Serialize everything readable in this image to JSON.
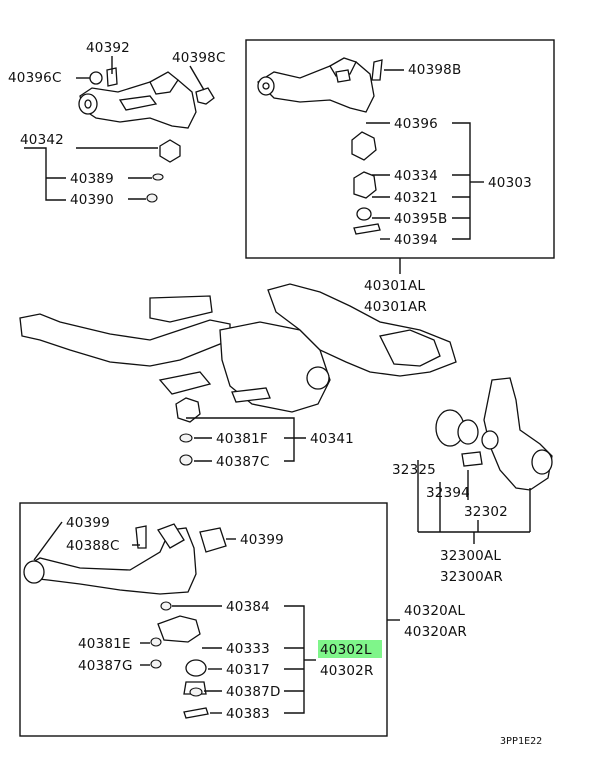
{
  "colors": {
    "line": "#111111",
    "highlight": "#7ff58a",
    "background": "#ffffff"
  },
  "labels": {
    "p40392": "40392",
    "p40396C": "40396C",
    "p40398C": "40398C",
    "p40342": "40342",
    "p40389": "40389",
    "p40390": "40390",
    "p40398B": "40398B",
    "p40396": "40396",
    "p40334": "40334",
    "p40321": "40321",
    "p40395B": "40395B",
    "p40394": "40394",
    "p40303": "40303",
    "p40301AL": "40301AL",
    "p40301AR": "40301AR",
    "p40381F": "40381F",
    "p40341": "40341",
    "p40387C": "40387C",
    "p32325": "32325",
    "p32394": "32394",
    "p32302": "32302",
    "p32300AL": "32300AL",
    "p32300AR": "32300AR",
    "p40399a": "40399",
    "p40388C": "40388C",
    "p40399b": "40399",
    "p40384": "40384",
    "p40320AL": "40320AL",
    "p40320AR": "40320AR",
    "p40381E": "40381E",
    "p40333": "40333",
    "p40302L": "40302L",
    "p40387G": "40387G",
    "p40317": "40317",
    "p40302R": "40302R",
    "p40387D": "40387D",
    "p40383": "40383",
    "code": "3PP1E22"
  }
}
